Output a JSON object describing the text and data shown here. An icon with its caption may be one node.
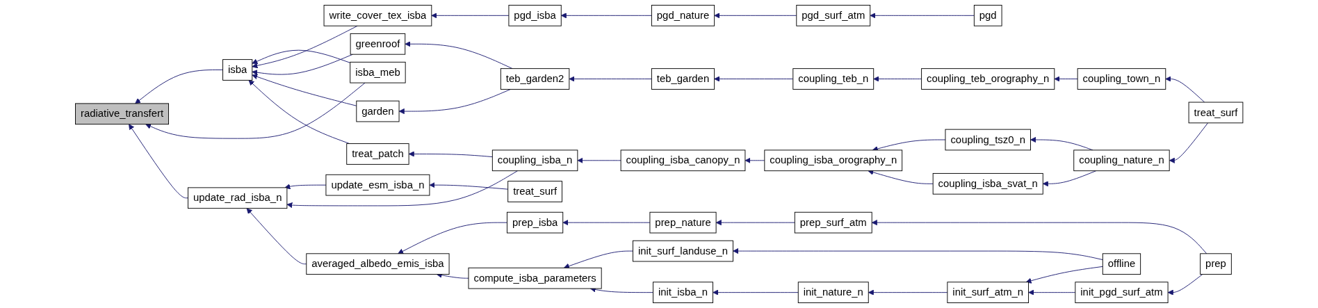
{
  "diagram": {
    "nodes": [
      {
        "text": [
          "radiative_transfert"
        ]
      },
      {
        "text": [
          "isba"
        ]
      },
      {
        "text": [
          "isba_meb"
        ]
      },
      {
        "text": [
          "update_rad_isba_n"
        ]
      },
      {
        "text": [
          "write_cover_tex_isba"
        ]
      },
      {
        "text": [
          "greenroof"
        ]
      },
      {
        "text": [
          "garden"
        ]
      },
      {
        "text": [
          "treat_patch"
        ]
      },
      {
        "text": [
          "update_esm_isba_n"
        ]
      },
      {
        "text": [
          "averaged_albedo_emis_isba"
        ]
      },
      {
        "text": [
          "compute_isba_parameters"
        ]
      },
      {
        "text": [
          "pgd_isba"
        ]
      },
      {
        "text": [
          "teb_garden2"
        ]
      },
      {
        "text": [
          "coupling_isba_n"
        ]
      },
      {
        "text": [
          "treat_surf"
        ]
      },
      {
        "text": [
          "prep_isba"
        ]
      },
      {
        "text": [
          "init_isba_n"
        ]
      },
      {
        "text": [
          "pgd_nature"
        ]
      },
      {
        "text": [
          "teb_garden"
        ]
      },
      {
        "text": [
          "coupling_isba_canopy_n"
        ]
      },
      {
        "text": [
          "prep_nature"
        ]
      },
      {
        "text": [
          "init_nature_n"
        ]
      },
      {
        "text": [
          "pgd_surf_atm"
        ]
      },
      {
        "text": [
          "coupling_teb_n"
        ]
      },
      {
        "text": [
          "coupling_isba_orography_n"
        ]
      },
      {
        "text": [
          "prep_surf_atm"
        ]
      },
      {
        "text": [
          "init_surf_landuse_n"
        ]
      },
      {
        "text": [
          "init_surf_atm_n"
        ]
      },
      {
        "text": [
          "pgd"
        ]
      },
      {
        "text": [
          "coupling_teb_orography_n"
        ]
      },
      {
        "text": [
          "coupling_tsz0_n"
        ]
      },
      {
        "text": [
          "coupling_isba_svat_n"
        ]
      },
      {
        "text": [
          "offline"
        ]
      },
      {
        "text": [
          "init_pgd_surf_atm"
        ]
      },
      {
        "text": [
          "coupling_town_n"
        ]
      },
      {
        "text": [
          "coupling_nature_n"
        ]
      },
      {
        "text": [
          "prep"
        ]
      },
      {
        "text": [
          "treat_surf"
        ]
      }
    ],
    "edges": [
      {
        "from": 1,
        "to": 0,
        "arrow": "to"
      },
      {
        "from": 2,
        "to": 0,
        "arrow": "to"
      },
      {
        "from": 3,
        "to": 0,
        "arrow": "to"
      },
      {
        "from": 2,
        "to": 1,
        "arrow": "to"
      },
      {
        "from": 4,
        "to": 1,
        "arrow": "to"
      },
      {
        "from": 5,
        "to": 1,
        "arrow": "to"
      },
      {
        "from": 6,
        "to": 1,
        "arrow": "to"
      },
      {
        "from": 7,
        "to": 1,
        "arrow": "to"
      },
      {
        "from": 8,
        "to": 3,
        "arrow": "to"
      },
      {
        "from": 13,
        "to": 3,
        "arrow": "to"
      },
      {
        "from": 9,
        "to": 3,
        "arrow": "to"
      },
      {
        "from": 11,
        "to": 4,
        "arrow": "to"
      },
      {
        "from": 12,
        "to": 5,
        "arrow": "to"
      },
      {
        "from": 12,
        "to": 6,
        "arrow": "to"
      },
      {
        "from": 13,
        "to": 7,
        "arrow": "to"
      },
      {
        "from": 14,
        "to": 8,
        "arrow": "to"
      },
      {
        "from": 15,
        "to": 9,
        "arrow": "to"
      },
      {
        "from": 10,
        "to": 9,
        "arrow": "to"
      },
      {
        "from": 17,
        "to": 11,
        "arrow": "to"
      },
      {
        "from": 18,
        "to": 12,
        "arrow": "to"
      },
      {
        "from": 19,
        "to": 13,
        "arrow": "to"
      },
      {
        "from": 20,
        "to": 15,
        "arrow": "to"
      },
      {
        "from": 26,
        "to": 10,
        "arrow": "to"
      },
      {
        "from": 16,
        "to": 10,
        "arrow": "to"
      },
      {
        "from": 21,
        "to": 16,
        "arrow": "to"
      },
      {
        "from": 22,
        "to": 17,
        "arrow": "to"
      },
      {
        "from": 23,
        "to": 18,
        "arrow": "to"
      },
      {
        "from": 24,
        "to": 19,
        "arrow": "to"
      },
      {
        "from": 25,
        "to": 20,
        "arrow": "to"
      },
      {
        "from": 27,
        "to": 21,
        "arrow": "to"
      },
      {
        "from": 28,
        "to": 22,
        "arrow": "to"
      },
      {
        "from": 29,
        "to": 23,
        "arrow": "to"
      },
      {
        "from": 30,
        "to": 24,
        "arrow": "to"
      },
      {
        "from": 31,
        "to": 24,
        "arrow": "to"
      },
      {
        "from": 36,
        "to": 25,
        "arrow": "to"
      },
      {
        "from": 32,
        "to": 26,
        "arrow": "to"
      },
      {
        "from": 32,
        "to": 27,
        "arrow": "to"
      },
      {
        "from": 33,
        "to": 27,
        "arrow": "to"
      },
      {
        "from": 34,
        "to": 29,
        "arrow": "to"
      },
      {
        "from": 35,
        "to": 30,
        "arrow": "to"
      },
      {
        "from": 35,
        "to": 31,
        "arrow": "to"
      },
      {
        "from": 36,
        "to": 33,
        "arrow": "to"
      },
      {
        "from": 37,
        "to": 34,
        "arrow": "to"
      },
      {
        "from": 37,
        "to": 35,
        "arrow": "to"
      }
    ]
  }
}
